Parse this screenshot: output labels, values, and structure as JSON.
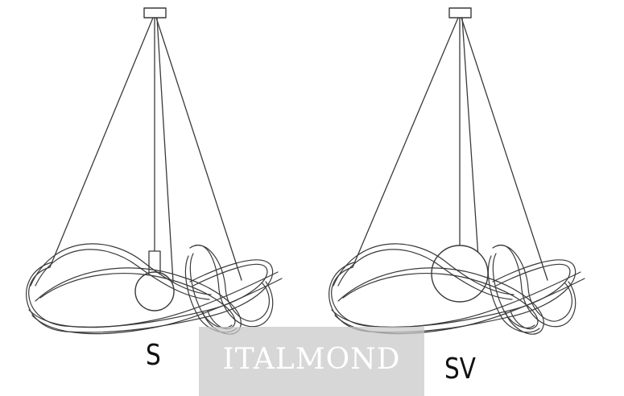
{
  "variants": [
    {
      "label": "S"
    },
    {
      "label": "SV"
    }
  ],
  "watermark": {
    "text": "ITALMOND"
  },
  "colors": {
    "line": "#3a3a3a",
    "watermark_bg": "#c8c8c8",
    "watermark_text": "#ffffff"
  }
}
